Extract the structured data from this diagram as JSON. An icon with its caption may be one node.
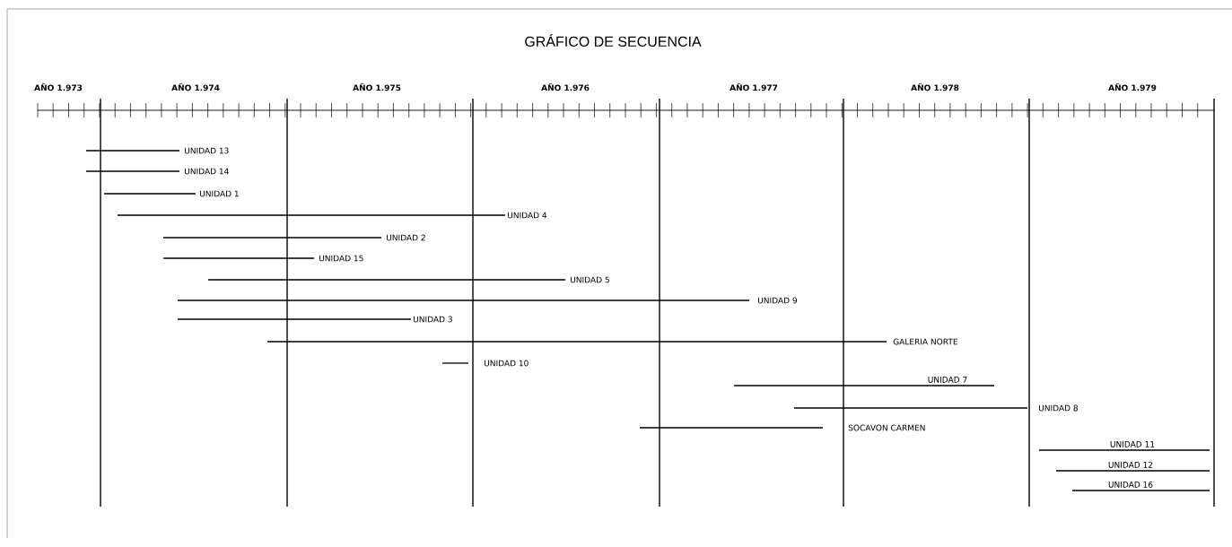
{
  "diagram": {
    "title": "GRÁFICO DE SECUENCIA",
    "nodes": [
      {
        "text": [
          "UNIDAD 13"
        ]
      },
      {
        "text": [
          "UNIDAD 14"
        ]
      },
      {
        "text": [
          "UNIDAD 1"
        ]
      },
      {
        "text": [
          "UNIDAD 4"
        ]
      },
      {
        "text": [
          "UNIDAD 2"
        ]
      },
      {
        "text": [
          "UNIDAD 15"
        ]
      },
      {
        "text": [
          "UNIDAD 5"
        ]
      },
      {
        "text": [
          "UNIDAD 9"
        ]
      },
      {
        "text": [
          "UNIDAD 3"
        ]
      },
      {
        "text": [
          "GALERIA NORTE"
        ]
      },
      {
        "text": [
          "UNIDAD 10"
        ]
      },
      {
        "text": [
          "UNIDAD 7"
        ]
      },
      {
        "text": [
          "UNIDAD 8"
        ]
      },
      {
        "text": [
          "SOCAVON CARMEN"
        ]
      },
      {
        "text": [
          "UNIDAD 11"
        ]
      },
      {
        "text": [
          "UNIDAD 12"
        ]
      },
      {
        "text": [
          "UNIDAD 16"
        ]
      }
    ],
    "labels": [
      "AÑO 1.973",
      "AÑO 1.974",
      "AÑO 1.975",
      "AÑO 1.976",
      "AÑO 1.977",
      "AÑO 1.978",
      "AÑO 1.979"
    ]
  }
}
